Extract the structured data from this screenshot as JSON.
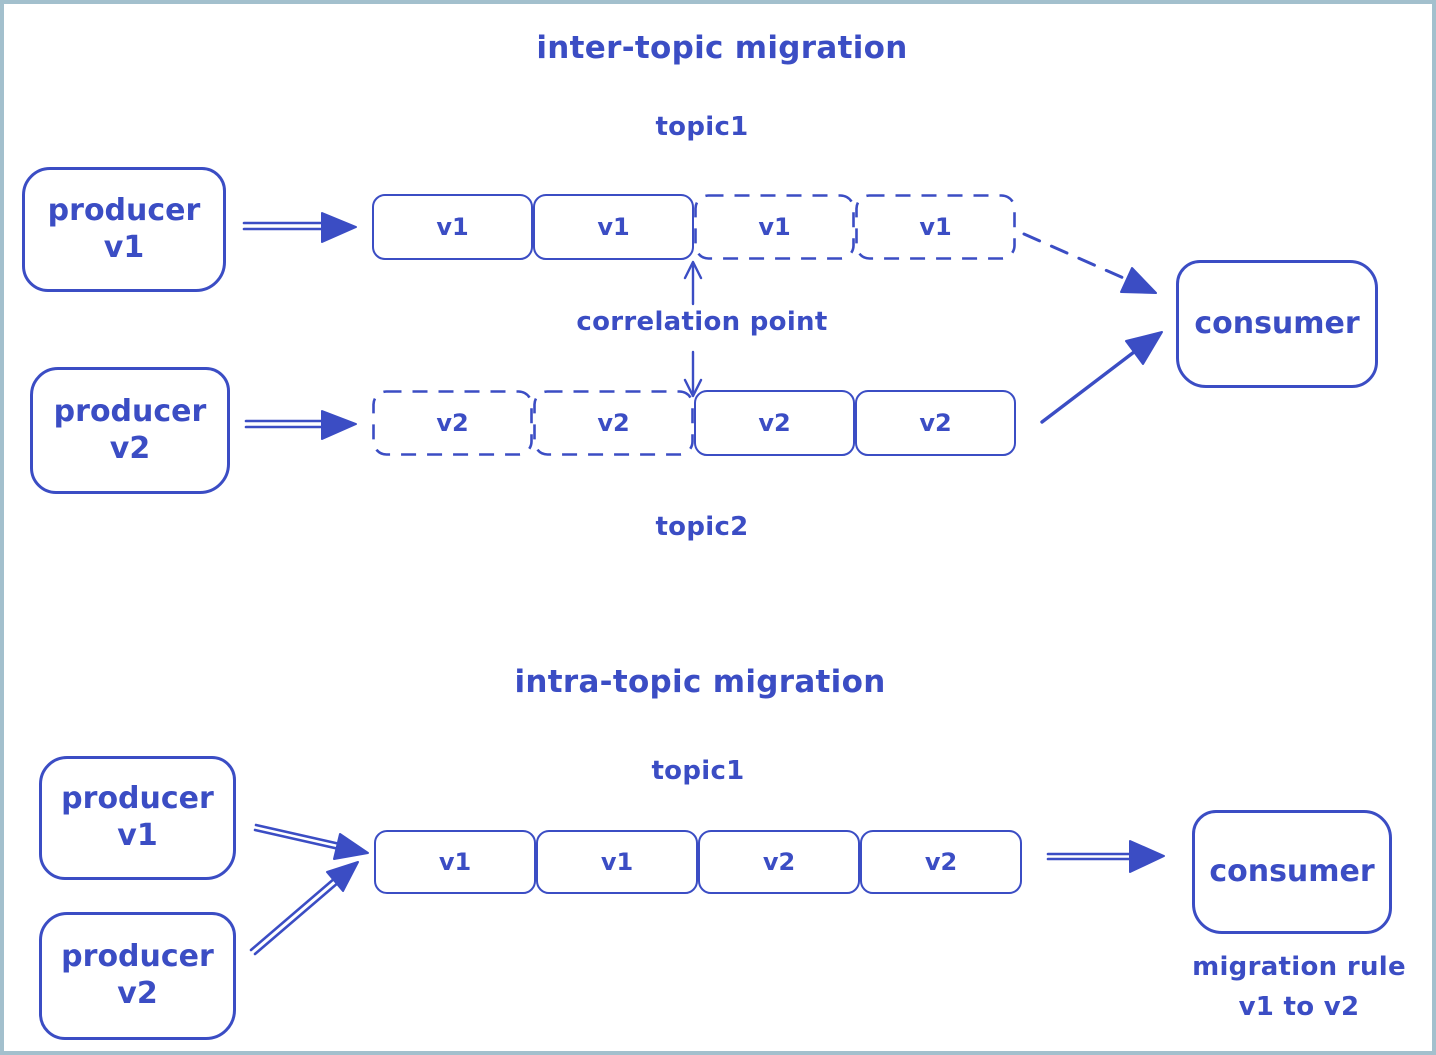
{
  "colors": {
    "ink": "#3b4dc4",
    "canvas": "#ffffff",
    "frame": "#a3c0cd"
  },
  "inter": {
    "title": "inter-topic migration",
    "topic1_label": "topic1",
    "topic2_label": "topic2",
    "correlation_label": "correlation point",
    "producer_v1": {
      "line1": "producer",
      "line2": "v1"
    },
    "producer_v2": {
      "line1": "producer",
      "line2": "v2"
    },
    "consumer_label": "consumer",
    "topic1_messages": [
      {
        "label": "v1",
        "style": "solid"
      },
      {
        "label": "v1",
        "style": "solid"
      },
      {
        "label": "v1",
        "style": "dashed"
      },
      {
        "label": "v1",
        "style": "dashed"
      }
    ],
    "topic2_messages": [
      {
        "label": "v2",
        "style": "dashed"
      },
      {
        "label": "v2",
        "style": "dashed"
      },
      {
        "label": "v2",
        "style": "solid"
      },
      {
        "label": "v2",
        "style": "solid"
      }
    ],
    "edges": [
      {
        "from": "producer-v1",
        "to": "topic1",
        "style": "solid"
      },
      {
        "from": "producer-v2",
        "to": "topic2",
        "style": "solid"
      },
      {
        "from": "topic1",
        "to": "consumer",
        "style": "dashed"
      },
      {
        "from": "topic2",
        "to": "consumer",
        "style": "solid"
      },
      {
        "from": "correlation-point",
        "to": "topic1-junction",
        "style": "solid"
      },
      {
        "from": "correlation-point",
        "to": "topic2-junction",
        "style": "solid"
      }
    ]
  },
  "intra": {
    "title": "intra-topic migration",
    "topic1_label": "topic1",
    "producer_v1": {
      "line1": "producer",
      "line2": "v1"
    },
    "producer_v2": {
      "line1": "producer",
      "line2": "v2"
    },
    "consumer_label": "consumer",
    "messages": [
      {
        "label": "v1",
        "style": "solid"
      },
      {
        "label": "v1",
        "style": "solid"
      },
      {
        "label": "v2",
        "style": "solid"
      },
      {
        "label": "v2",
        "style": "solid"
      }
    ],
    "migration_rule": {
      "line1": "migration rule",
      "line2": "v1 to v2"
    },
    "edges": [
      {
        "from": "producer-v1",
        "to": "topic1",
        "style": "solid"
      },
      {
        "from": "producer-v2",
        "to": "topic1",
        "style": "solid"
      },
      {
        "from": "topic1",
        "to": "consumer",
        "style": "solid"
      }
    ]
  }
}
